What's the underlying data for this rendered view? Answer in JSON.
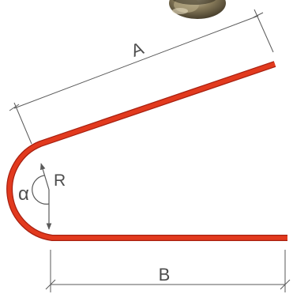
{
  "diagram": {
    "labels": {
      "length_a": "A",
      "length_b": "B",
      "radius": "R",
      "angle": "α"
    },
    "colors": {
      "tube": "#e23a1e",
      "tube_edge": "#a82010",
      "dimension_lines": "#5a5a5a",
      "label_text": "#4d4d4d",
      "fitting_body": "#6e6248",
      "fitting_highlight": "#cfc4a4"
    },
    "icons": {
      "fitting": "bronze-fitting-icon"
    }
  }
}
